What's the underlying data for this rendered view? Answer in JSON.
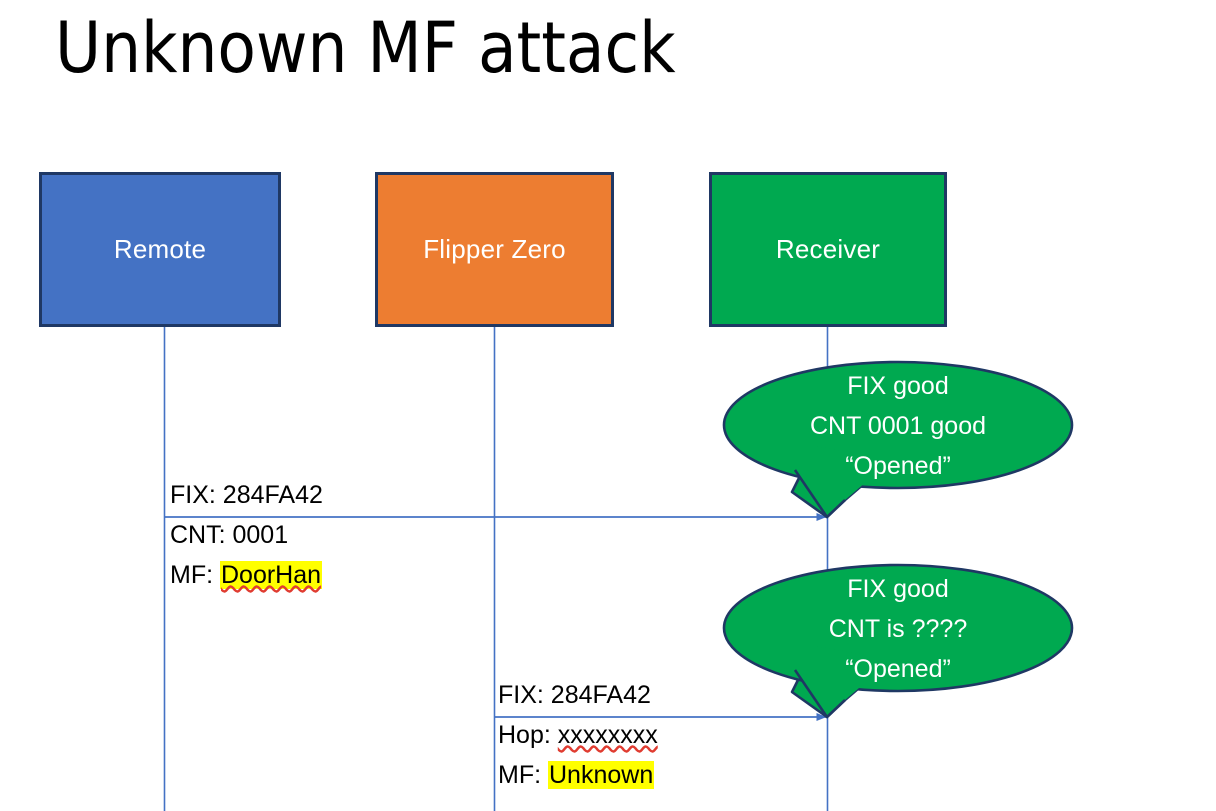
{
  "slide": {
    "title": "Unknown MF attack",
    "background_color": "#FFFFFF"
  },
  "colors": {
    "remote_fill": "#4472C4",
    "flipper_fill": "#ED7D31",
    "receiver_fill": "#00A950",
    "box_border": "#1F3864",
    "arrow_line": "#4472C4",
    "lifeline": "#4472C4",
    "highlight": "#FFFF00",
    "spellcheck_underline": "#E03C31",
    "text_on_fill": "#FFFFFF",
    "text_body": "#000000"
  },
  "actors": [
    {
      "id": "remote",
      "label": "Remote",
      "fill": "#4472C4"
    },
    {
      "id": "flipper",
      "label": "Flipper Zero",
      "fill": "#ED7D31"
    },
    {
      "id": "receiver",
      "label": "Receiver",
      "fill": "#00A950"
    }
  ],
  "messages": [
    {
      "id": "msg-1",
      "from": "remote",
      "to": "receiver",
      "lines": [
        {
          "prefix": "FIX: ",
          "value": "284FA42",
          "highlight": false,
          "spellcheck": false
        },
        {
          "prefix": "CNT: ",
          "value": "0001",
          "highlight": false,
          "spellcheck": false
        },
        {
          "prefix": "MF: ",
          "value": "DoorHan",
          "highlight": true,
          "spellcheck": true
        }
      ]
    },
    {
      "id": "msg-2",
      "from": "flipper",
      "to": "receiver",
      "lines": [
        {
          "prefix": "FIX: ",
          "value": "284FA42",
          "highlight": false,
          "spellcheck": false
        },
        {
          "prefix": "Hop: ",
          "value": "xxxxxxxx",
          "highlight": false,
          "spellcheck": true
        },
        {
          "prefix": "MF: ",
          "value": "Unknown",
          "highlight": true,
          "spellcheck": false
        }
      ]
    }
  ],
  "callouts": [
    {
      "id": "callout-1",
      "anchor": "msg-1",
      "fill": "#00A950",
      "lines": [
        "FIX good",
        "CNT 0001 good",
        "“Opened”"
      ]
    },
    {
      "id": "callout-2",
      "anchor": "msg-2",
      "fill": "#00A950",
      "lines": [
        "FIX good",
        "CNT is ????",
        "“Opened”"
      ]
    }
  ]
}
